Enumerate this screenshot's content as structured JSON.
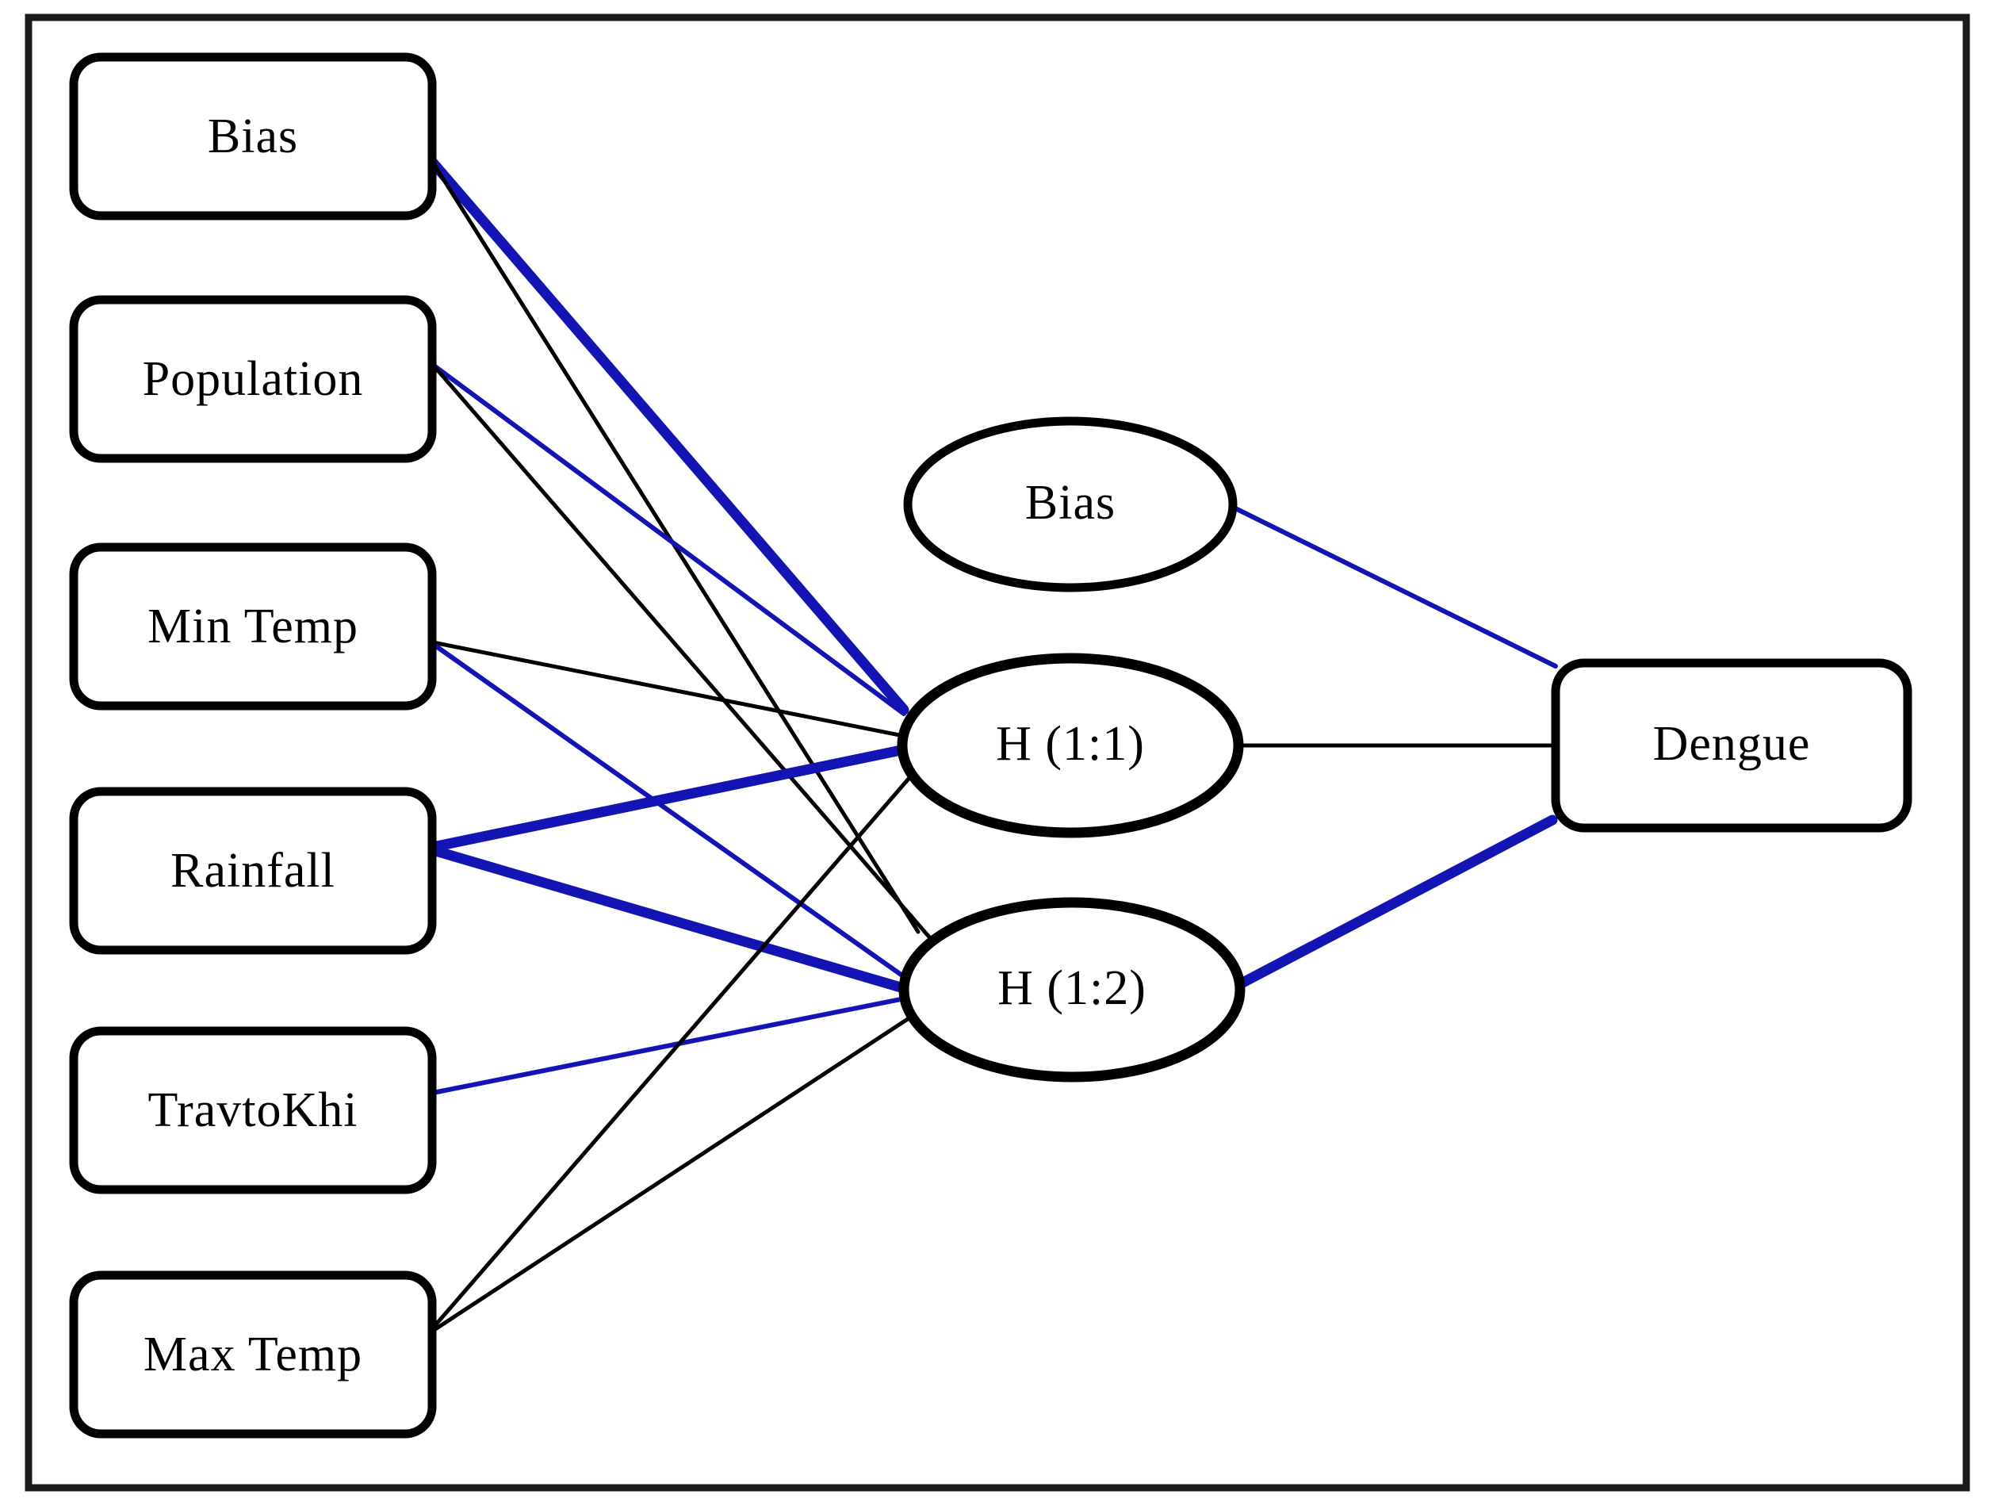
{
  "figure": {
    "type": "neural-network-architecture-diagram",
    "title": "",
    "frame": {
      "stroke_color": "#1a1a1a",
      "fill_color": "#ffffff",
      "stroke_width": 8
    }
  },
  "colors": {
    "node_stroke": "#000000",
    "node_fill": "#ffffff",
    "edge_black": "#000000",
    "edge_blue": "#1414b4",
    "background": "#ffffff"
  },
  "layers": {
    "input": {
      "name": "Input Layer",
      "shape": "rounded-rectangle",
      "nodes": [
        {
          "id": "in-bias",
          "label": "Bias"
        },
        {
          "id": "in-population",
          "label": "Population"
        },
        {
          "id": "in-mintemp",
          "label": "Min Temp"
        },
        {
          "id": "in-rainfall",
          "label": "Rainfall"
        },
        {
          "id": "in-travtokhi",
          "label": "TravtoKhi"
        },
        {
          "id": "in-maxtemp",
          "label": "Max Temp"
        }
      ]
    },
    "hidden": {
      "name": "Hidden Layer",
      "shape": "ellipse",
      "nodes": [
        {
          "id": "h-bias",
          "label": "Bias"
        },
        {
          "id": "h-1-1",
          "label": "H (1:1)"
        },
        {
          "id": "h-1-2",
          "label": "H (1:2)"
        }
      ]
    },
    "output": {
      "name": "Output Layer",
      "shape": "rounded-rectangle",
      "nodes": [
        {
          "id": "out-dengue",
          "label": "Dengue"
        }
      ]
    }
  },
  "connections": [
    {
      "from": "in-bias",
      "to": "h-1-1",
      "color": "#1414b4",
      "weight": "thick"
    },
    {
      "from": "in-bias",
      "to": "h-1-2",
      "color": "#000000",
      "weight": "thin"
    },
    {
      "from": "in-population",
      "to": "h-1-1",
      "color": "#1414b4",
      "weight": "thin"
    },
    {
      "from": "in-population",
      "to": "h-1-2",
      "color": "#000000",
      "weight": "thin"
    },
    {
      "from": "in-mintemp",
      "to": "h-1-1",
      "color": "#000000",
      "weight": "thin"
    },
    {
      "from": "in-mintemp",
      "to": "h-1-2",
      "color": "#1414b4",
      "weight": "thin"
    },
    {
      "from": "in-rainfall",
      "to": "h-1-1",
      "color": "#1414b4",
      "weight": "thick"
    },
    {
      "from": "in-rainfall",
      "to": "h-1-2",
      "color": "#1414b4",
      "weight": "thick"
    },
    {
      "from": "in-travtokhi",
      "to": "h-1-2",
      "color": "#1414b4",
      "weight": "thin"
    },
    {
      "from": "in-maxtemp",
      "to": "h-1-1",
      "color": "#000000",
      "weight": "thin"
    },
    {
      "from": "in-maxtemp",
      "to": "h-1-2",
      "color": "#000000",
      "weight": "thin"
    },
    {
      "from": "h-bias",
      "to": "out-dengue",
      "color": "#1414b4",
      "weight": "thin"
    },
    {
      "from": "h-1-1",
      "to": "out-dengue",
      "color": "#000000",
      "weight": "thin"
    },
    {
      "from": "h-1-2",
      "to": "out-dengue",
      "color": "#1414b4",
      "weight": "thick"
    }
  ]
}
